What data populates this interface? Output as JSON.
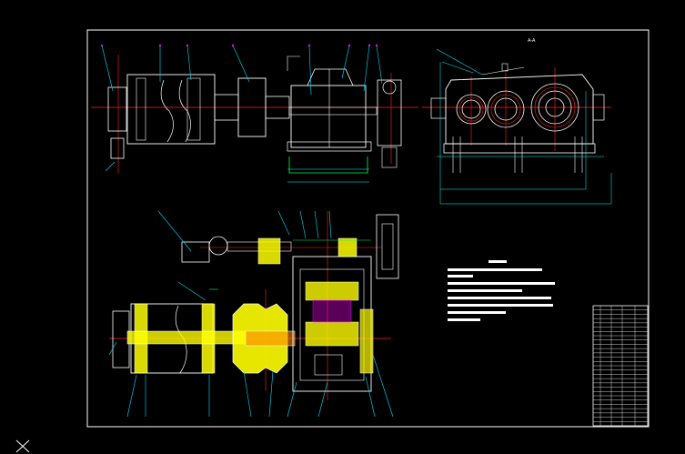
{
  "drawing": {
    "background": "#000000",
    "colors": {
      "outline": "#ffffff",
      "centerline": "#ff2020",
      "leader": "#00e0ff",
      "section_fill": "#ffff00",
      "hatch": "#ff00ff",
      "dimension": "#00ffff",
      "green": "#00ff40"
    },
    "views": [
      {
        "id": "front-view",
        "kind": "front elevation of motor, coupling and gearbox"
      },
      {
        "id": "side-view",
        "kind": "side elevation of gearbox housing"
      },
      {
        "id": "plan-section",
        "kind": "sectional plan of drive train"
      }
    ],
    "view_label": "A-A",
    "technical_requirements": {
      "title": "",
      "lines": [
        "",
        "",
        "",
        "",
        "",
        ""
      ]
    },
    "title_block": {
      "rows": 28,
      "columns": 5
    },
    "ucs_icon": "ucs-icon"
  }
}
